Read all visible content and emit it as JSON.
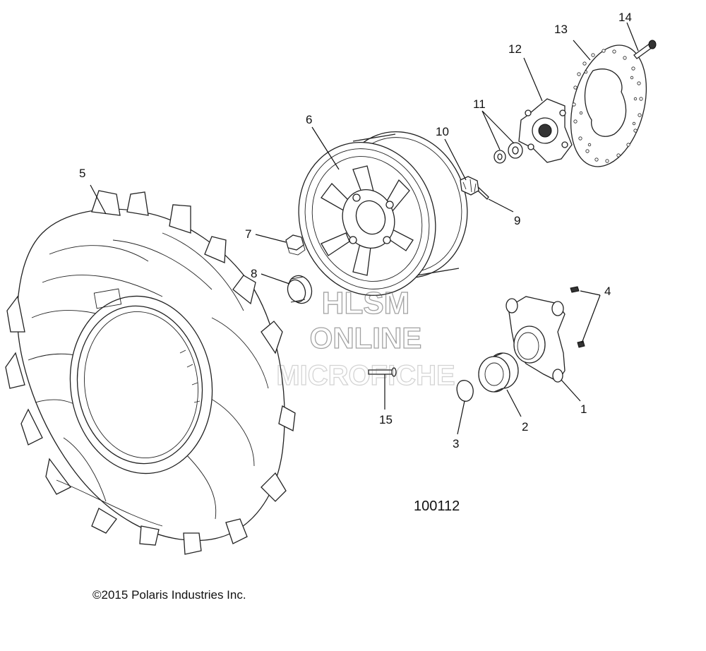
{
  "callouts": [
    {
      "id": "c1",
      "label": "1"
    },
    {
      "id": "c2",
      "label": "2"
    },
    {
      "id": "c3",
      "label": "3"
    },
    {
      "id": "c4",
      "label": "4"
    },
    {
      "id": "c5",
      "label": "5"
    },
    {
      "id": "c6",
      "label": "6"
    },
    {
      "id": "c7",
      "label": "7"
    },
    {
      "id": "c8",
      "label": "8"
    },
    {
      "id": "c9",
      "label": "9"
    },
    {
      "id": "c10",
      "label": "10"
    },
    {
      "id": "c11",
      "label": "11"
    },
    {
      "id": "c12",
      "label": "12"
    },
    {
      "id": "c13",
      "label": "13"
    },
    {
      "id": "c14",
      "label": "14"
    },
    {
      "id": "c15",
      "label": "15"
    }
  ],
  "figure_number": "100112",
  "copyright": "©2015 Polaris Industries Inc.",
  "watermark": {
    "line1": "HLSM",
    "line2": "ONLINE",
    "line3": "MICROFICHE"
  }
}
